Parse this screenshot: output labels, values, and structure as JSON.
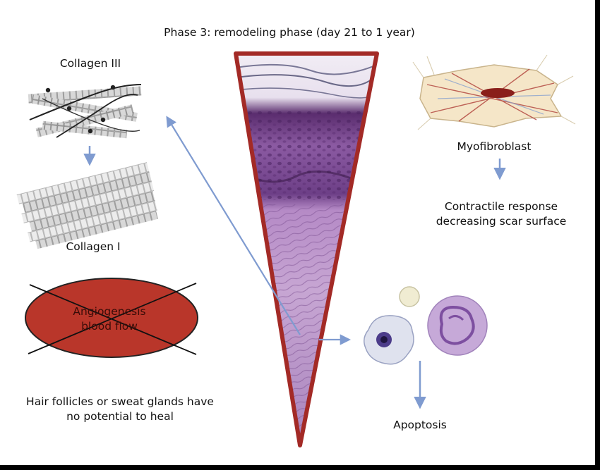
{
  "title": "Phase 3: remodeling phase (day 21 to 1 year)",
  "labels": {
    "collagen_iii": "Collagen III",
    "collagen_i": "Collagen I",
    "myofibroblast": "Myofibroblast",
    "contractile_line1": "Contractile response",
    "contractile_line2": "decreasing scar surface",
    "angiogenesis_line1": "Angiogenesis",
    "angiogenesis_line2": "blood flow",
    "hair_line1": "Hair follicles or sweat glands have",
    "hair_line2": "no potential to heal",
    "apoptosis": "Apoptosis"
  },
  "colors": {
    "arrow": "#7f9bd0",
    "wedge_border": "#a32a26",
    "oval_fill": "#b9362a",
    "tissue_purple": "#7b4a95",
    "tissue_pink": "#c3a0cf"
  }
}
